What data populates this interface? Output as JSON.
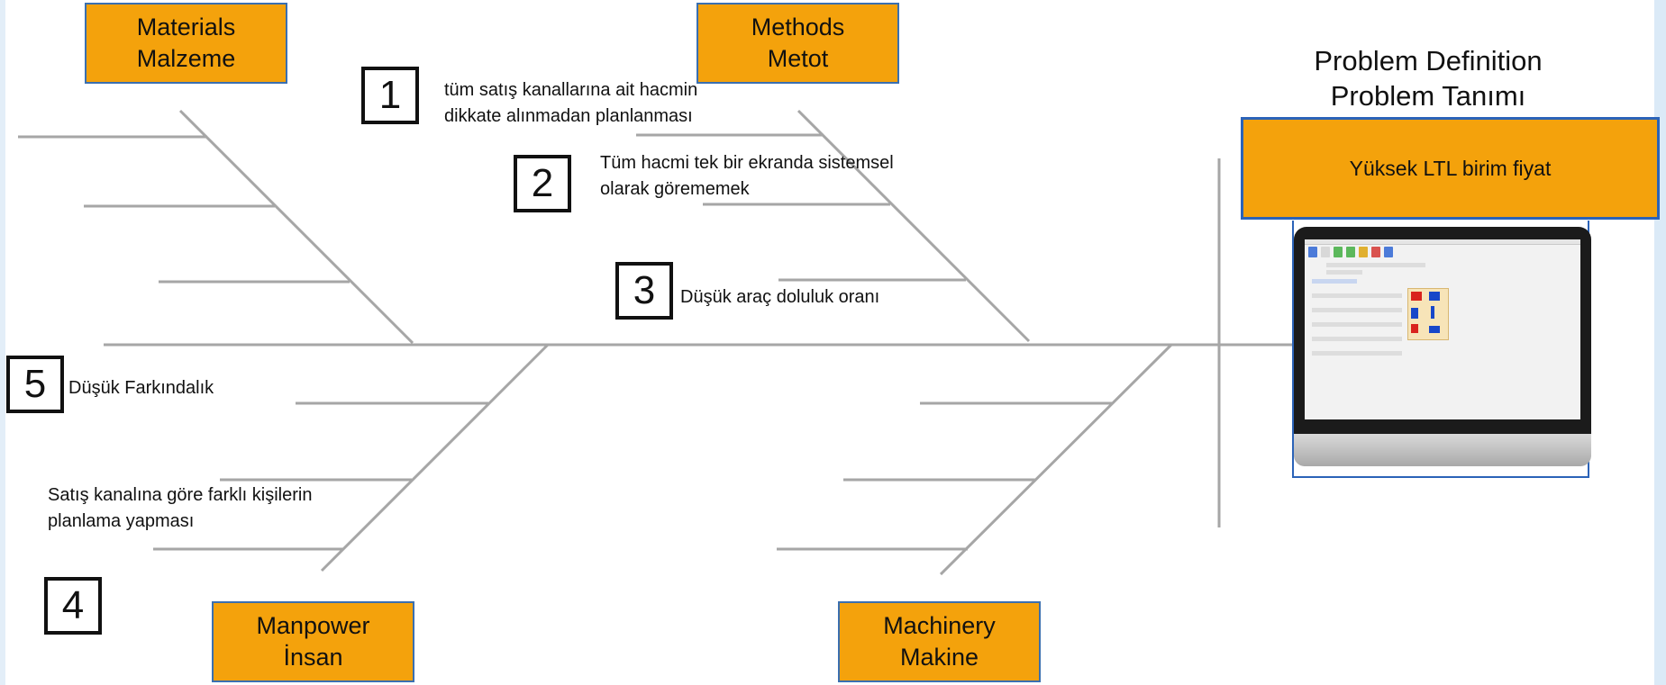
{
  "categories": {
    "materials": [
      "Materials",
      "Malzeme"
    ],
    "methods": [
      "Methods",
      "Metot"
    ],
    "manpower": [
      "Manpower",
      "İnsan"
    ],
    "machinery": [
      "Machinery",
      "Makine"
    ]
  },
  "causes": [
    {
      "number": "1",
      "lines": [
        "tüm satış kanallarına ait hacmin",
        "dikkate alınmadan planlanması"
      ]
    },
    {
      "number": "2",
      "lines": [
        "Tüm hacmi tek bir ekranda sistemsel",
        "olarak görememek"
      ]
    },
    {
      "number": "3",
      "lines": [
        "Düşük araç doluluk oranı"
      ]
    },
    {
      "number": "4",
      "lines": [
        "Satış kanalına göre farklı kişilerin",
        "planlama yapması"
      ]
    },
    {
      "number": "5",
      "lines": [
        "Düşük Farkındalık"
      ]
    }
  ],
  "problem": {
    "title": [
      "Problem Definition",
      "Problem Tanımı"
    ],
    "statement": "Yüksek LTL birim fiyat"
  },
  "colors": {
    "category_fill": "#f4a20c",
    "category_border": "#3a6fb0",
    "bone_gray": "#a6a6a6",
    "problem_border": "#2b63b8"
  }
}
